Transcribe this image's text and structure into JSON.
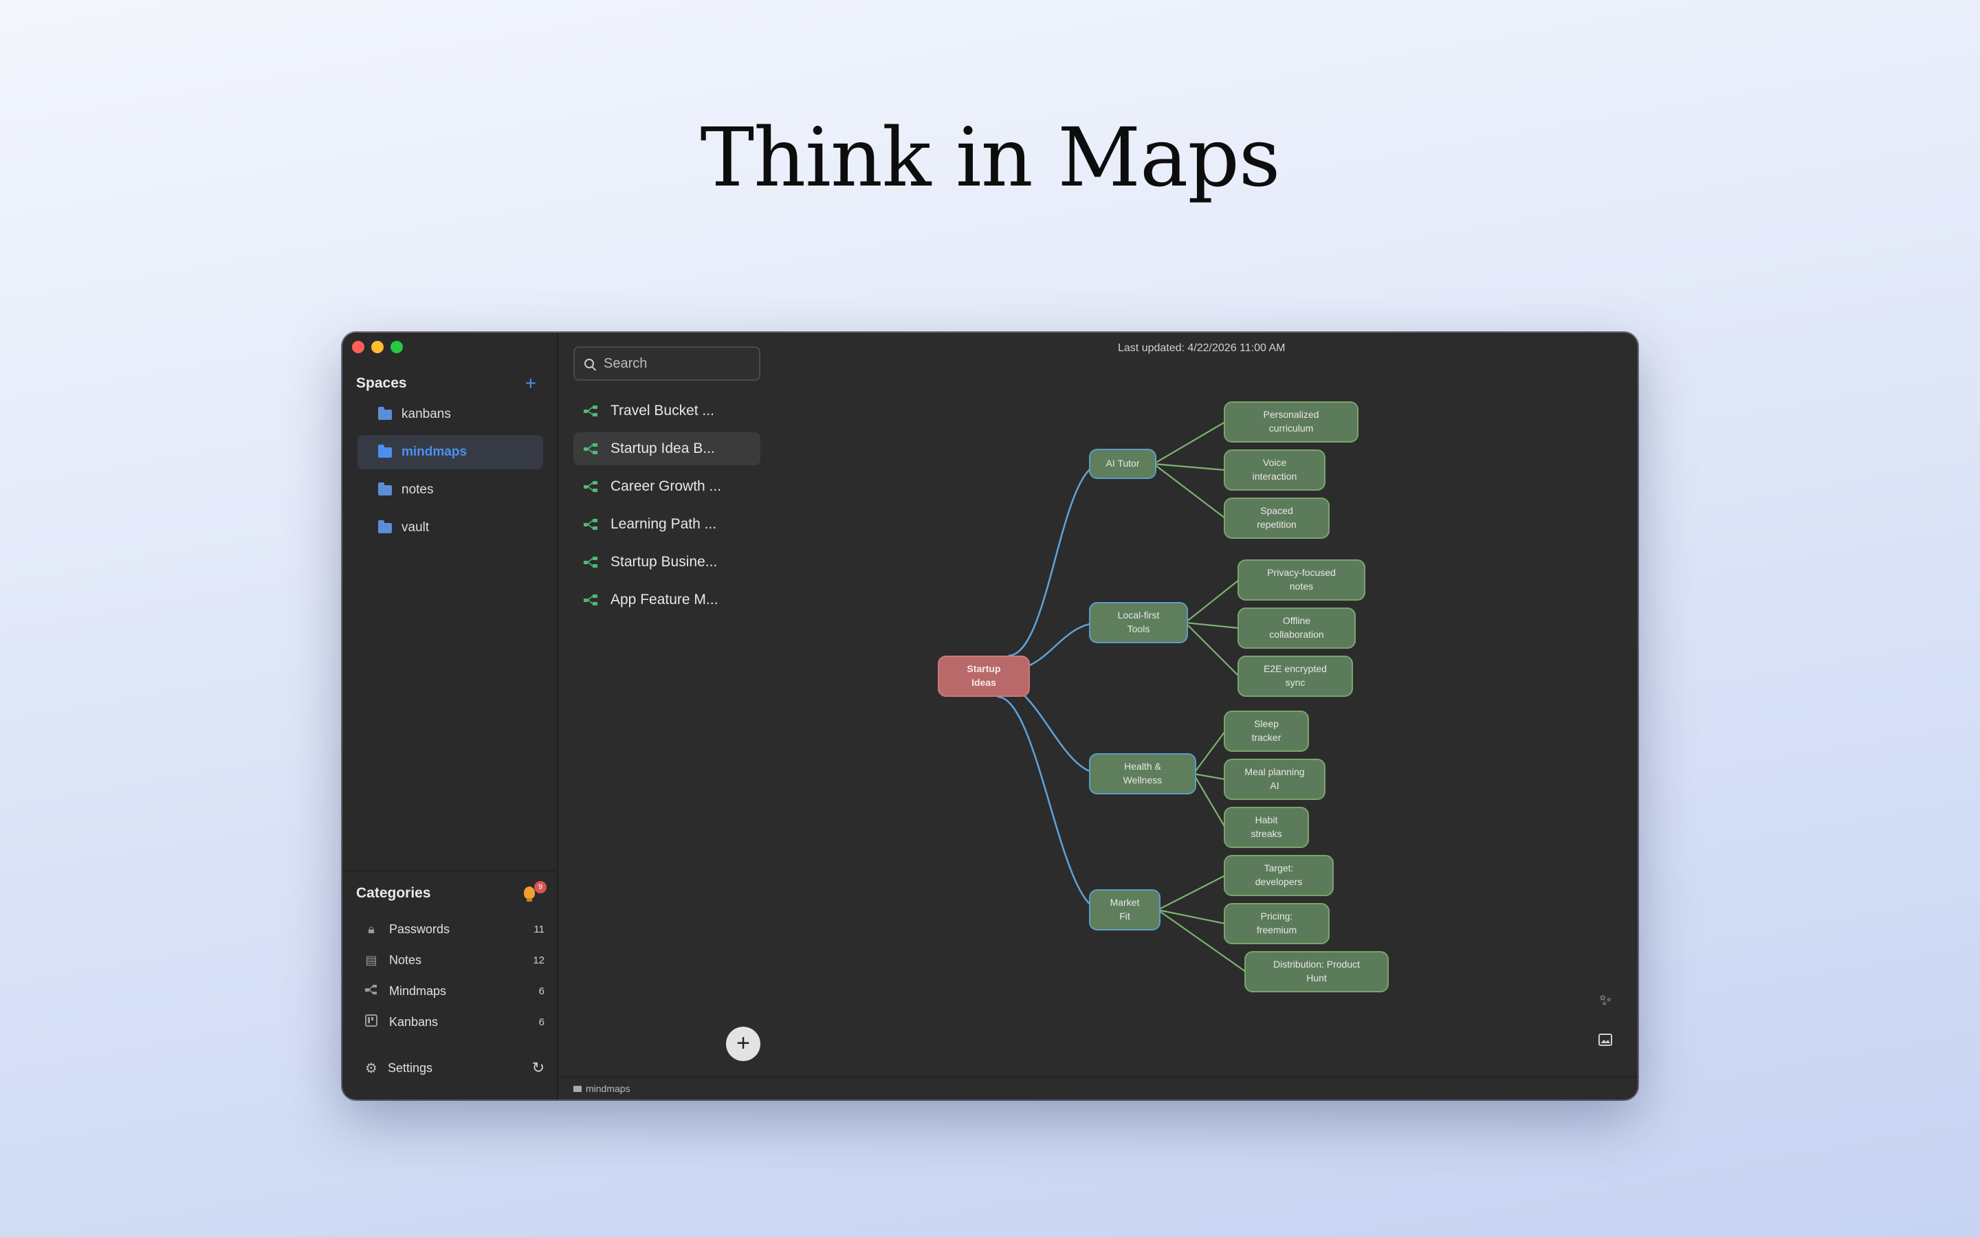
{
  "hero": {
    "title": "Think in Maps"
  },
  "sidebar": {
    "spaces_title": "Spaces",
    "add_space": "+",
    "spaces": [
      {
        "label": "kanbans",
        "active": false
      },
      {
        "label": "mindmaps",
        "active": true
      },
      {
        "label": "notes",
        "active": false
      },
      {
        "label": "vault",
        "active": false
      }
    ],
    "categories_title": "Categories",
    "notification_count": "9",
    "categories": [
      {
        "label": "Passwords",
        "count": "11",
        "icon": "lock-icon"
      },
      {
        "label": "Notes",
        "count": "12",
        "icon": "document-icon"
      },
      {
        "label": "Mindmaps",
        "count": "6",
        "icon": "mindmap-icon"
      },
      {
        "label": "Kanbans",
        "count": "6",
        "icon": "kanban-icon"
      }
    ],
    "settings_label": "Settings"
  },
  "list": {
    "search_placeholder": "Search",
    "items": [
      {
        "label": "Travel Bucket ...",
        "active": false
      },
      {
        "label": "Startup Idea B...",
        "active": true
      },
      {
        "label": "Career Growth ...",
        "active": false
      },
      {
        "label": "Learning Path ...",
        "active": false
      },
      {
        "label": "Startup Busine...",
        "active": false
      },
      {
        "label": "App Feature M...",
        "active": false
      }
    ],
    "add_button": "+"
  },
  "canvas": {
    "last_updated": "Last updated: 4/22/2026 11:00 AM",
    "root": "Startup\nIdeas",
    "branches": [
      {
        "label": "AI Tutor",
        "children": [
          "Personalized\ncurriculum",
          "Voice\ninteraction",
          "Spaced\nrepetition"
        ]
      },
      {
        "label": "Local-first\nTools",
        "children": [
          "Privacy-focused\nnotes",
          "Offline\ncollaboration",
          "E2E encrypted\nsync"
        ]
      },
      {
        "label": "Health &\nWellness",
        "children": [
          "Sleep\ntracker",
          "Meal planning\nAI",
          "Habit\nstreaks"
        ]
      },
      {
        "label": "Market\nFit",
        "children": [
          "Target:\ndevelopers",
          "Pricing:\nfreemium",
          "Distribution: Product\nHunt"
        ]
      }
    ]
  },
  "footer": {
    "path": "mindmaps"
  },
  "colors": {
    "accent": "#4d90f0",
    "root_node": "#b96969",
    "branch_node": "#5e7e5c",
    "blue_edge": "#5ea4dc",
    "green_edge": "#7cb46f"
  }
}
